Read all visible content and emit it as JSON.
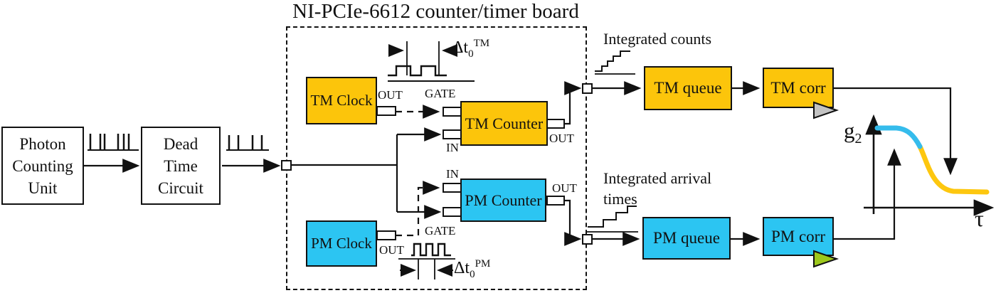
{
  "title": "NI-PCIe-6612 counter/timer board",
  "colors": {
    "orange": "#FCC50B",
    "cyan": "#2CC5F2",
    "triangle_gray": "#C3C3C3",
    "triangle_green": "#9DC81C",
    "line": "#111111",
    "curve_cyan": "#35BCEC",
    "curve_orange": "#FDC70F"
  },
  "blocks": {
    "photon_counting_unit": {
      "line1": "Photon",
      "line2": "Counting",
      "line3": "Unit"
    },
    "dead_time_circuit": {
      "line1": "Dead",
      "line2": "Time",
      "line3": "Circuit"
    },
    "tm_clock": "TM Clock",
    "tm_counter": "TM Counter",
    "pm_counter": "PM Counter",
    "pm_clock": "PM Clock",
    "tm_queue": "TM queue",
    "tm_corr": "TM corr",
    "pm_queue": "PM queue",
    "pm_corr": "PM corr"
  },
  "ports": {
    "out": "OUT",
    "in": "IN",
    "gate": "GATE"
  },
  "annotations": {
    "integrated_counts": "Integrated counts",
    "integrated_arrival_line1": "Integrated arrival",
    "integrated_arrival_line2": "times",
    "dt_tm": {
      "base": "Δt",
      "sub": "0",
      "sup": "TM"
    },
    "dt_pm": {
      "base": "Δt",
      "sub": "0",
      "sup": "PM"
    }
  },
  "plot": {
    "y_label_base": "g",
    "y_label_sub": "2",
    "x_label": "τ"
  },
  "icons": {
    "pulse_train_dense": "photon-pulse-train-dense",
    "pulse_train_sparse": "photon-pulse-train-sparse",
    "tm_gate_waveform": "square-wave-wide",
    "pm_gate_waveform": "square-wave-narrow",
    "counts_staircase": "staircase-small-steps",
    "arrival_staircase": "staircase-wide-steps",
    "tm_corr_triangle": "play-triangle-gray",
    "pm_corr_triangle": "play-triangle-green",
    "g2_curve": "sigmoid-correlation-curve"
  }
}
